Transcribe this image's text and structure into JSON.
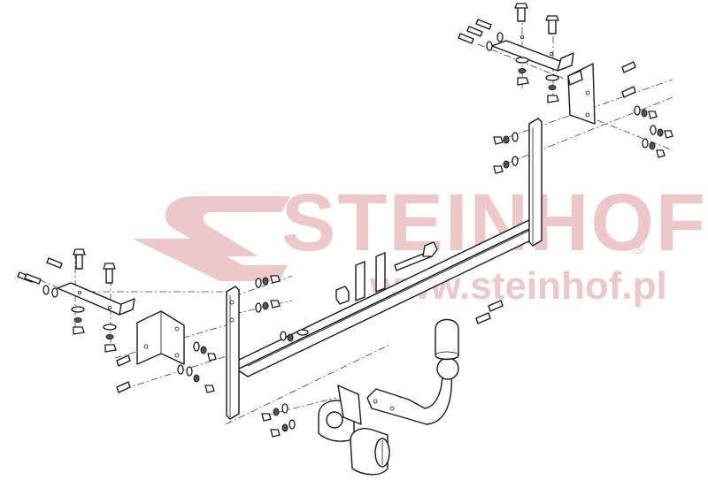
{
  "diagram": {
    "type": "exploded-view technical drawing",
    "subject": "tow bar (towing hitch) assembly",
    "watermark": {
      "brand": "STEINHOF",
      "registered_mark": "®",
      "url": "www.steinhof.pl",
      "color": "#ecc8c8"
    },
    "line_color": "#1a1a1a",
    "background": "#ffffff",
    "components": [
      {
        "id": "crossbar",
        "label": "main cross beam"
      },
      {
        "id": "right-upright",
        "label": "right vertical arm"
      },
      {
        "id": "left-upright",
        "label": "left vertical arm"
      },
      {
        "id": "right-top-bracket",
        "label": "right top mounting plate"
      },
      {
        "id": "right-angle-bracket",
        "label": "right angle bracket"
      },
      {
        "id": "left-top-bracket",
        "label": "left top mounting plate"
      },
      {
        "id": "left-angle-bracket",
        "label": "left angle bracket"
      },
      {
        "id": "spacer-plates",
        "label": "spacer plates with bolt"
      },
      {
        "id": "socket-plate",
        "label": "electrical socket plate"
      },
      {
        "id": "ball-neck",
        "label": "tow ball neck"
      },
      {
        "id": "ball-cover",
        "label": "tow ball cap"
      },
      {
        "id": "socket",
        "label": "7-pin electrical socket"
      },
      {
        "id": "hardware",
        "label": "bolts, washers and nuts"
      }
    ]
  }
}
